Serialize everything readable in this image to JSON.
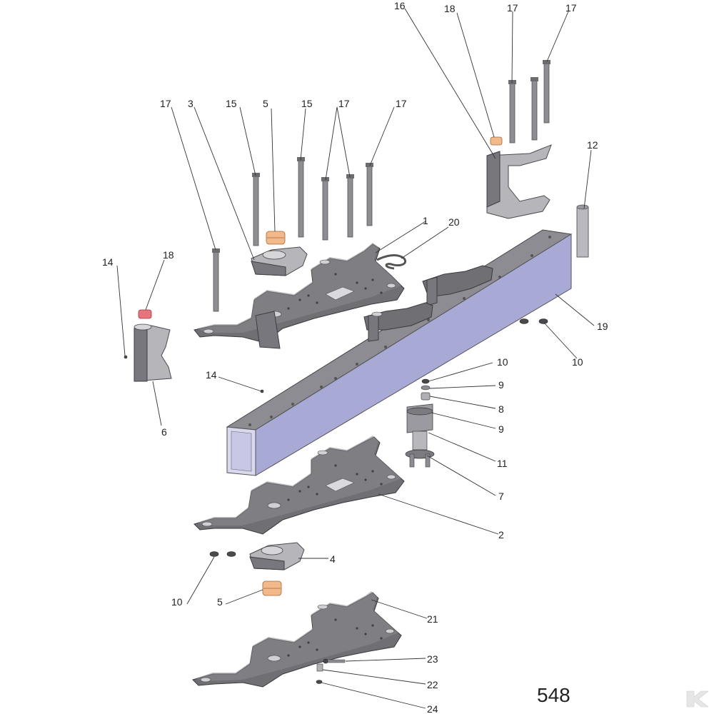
{
  "page_number": "548",
  "colors": {
    "steel": "#6f6f74",
    "beam": "#a9a9d6",
    "bushing": "#f2b98a",
    "bushing_red": "#e5747d"
  },
  "callouts": [
    {
      "id": "c16",
      "label": "16"
    },
    {
      "id": "c18a",
      "label": "18"
    },
    {
      "id": "c17a",
      "label": "17"
    },
    {
      "id": "c17b",
      "label": "17"
    },
    {
      "id": "c17c",
      "label": "17"
    },
    {
      "id": "c3",
      "label": "3"
    },
    {
      "id": "c15a",
      "label": "15"
    },
    {
      "id": "c5a",
      "label": "5"
    },
    {
      "id": "c15b",
      "label": "15"
    },
    {
      "id": "c17d",
      "label": "17"
    },
    {
      "id": "c17e",
      "label": "17"
    },
    {
      "id": "c12",
      "label": "12"
    },
    {
      "id": "c1",
      "label": "1"
    },
    {
      "id": "c20",
      "label": "20"
    },
    {
      "id": "c14a",
      "label": "14"
    },
    {
      "id": "c18b",
      "label": "18"
    },
    {
      "id": "c19",
      "label": "19"
    },
    {
      "id": "c10a",
      "label": "10"
    },
    {
      "id": "c10b",
      "label": "10"
    },
    {
      "id": "c14b",
      "label": "14"
    },
    {
      "id": "c9a",
      "label": "9"
    },
    {
      "id": "c8",
      "label": "8"
    },
    {
      "id": "c6",
      "label": "6"
    },
    {
      "id": "c9b",
      "label": "9"
    },
    {
      "id": "c11",
      "label": "11"
    },
    {
      "id": "c7",
      "label": "7"
    },
    {
      "id": "c2",
      "label": "2"
    },
    {
      "id": "c4",
      "label": "4"
    },
    {
      "id": "c10c",
      "label": "10"
    },
    {
      "id": "c5b",
      "label": "5"
    },
    {
      "id": "c21",
      "label": "21"
    },
    {
      "id": "c23",
      "label": "23"
    },
    {
      "id": "c22",
      "label": "22"
    },
    {
      "id": "c24",
      "label": "24"
    }
  ]
}
